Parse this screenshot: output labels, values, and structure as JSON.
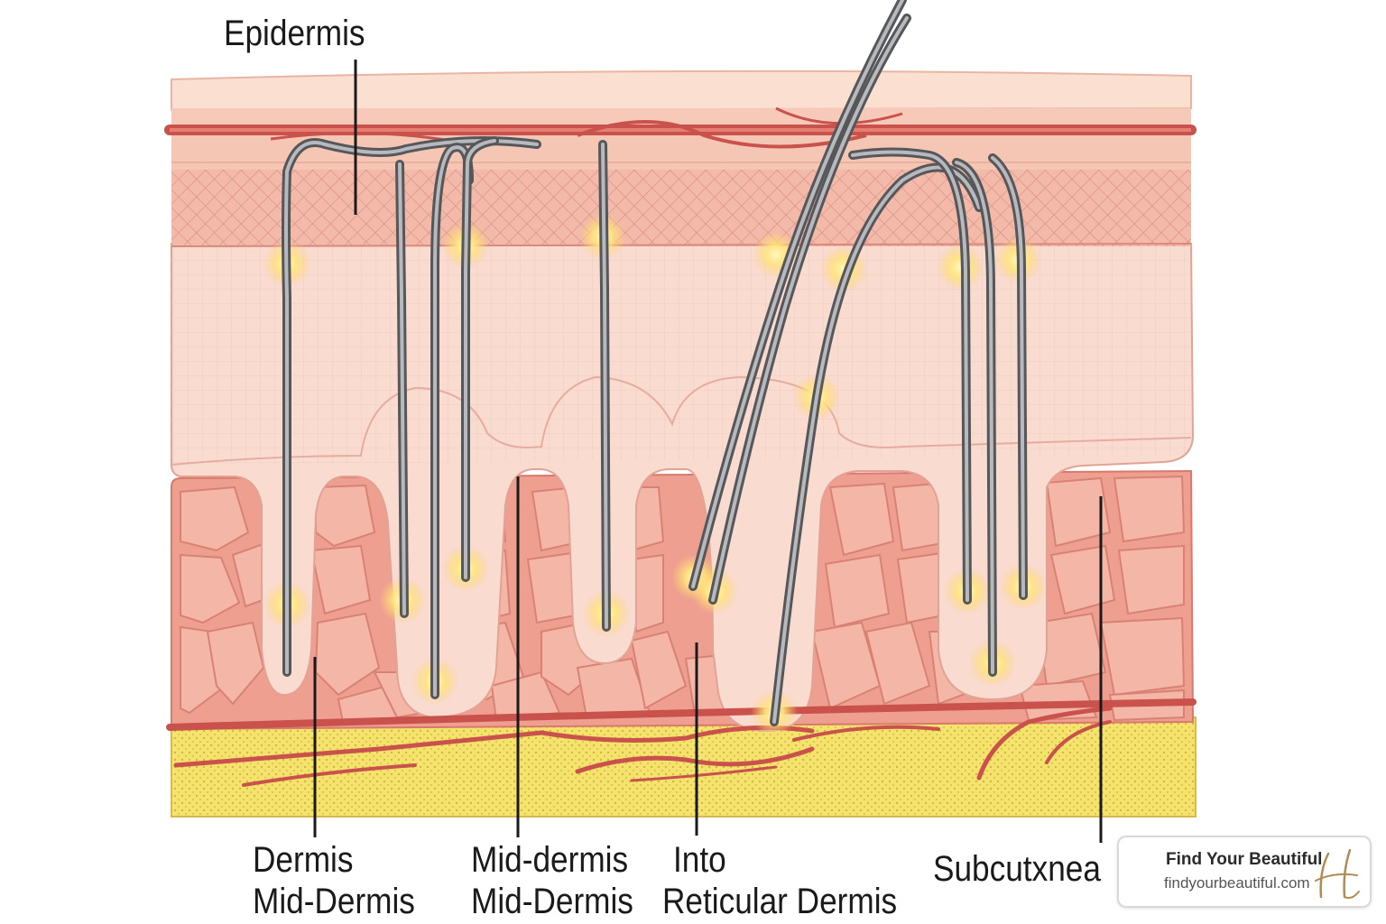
{
  "labels": {
    "epidermis": "Epidermis",
    "dermis_1": "Dermis",
    "dermis_2": "Mid-Dermis",
    "mid_1": "Mid-dermis",
    "mid_2": "Mid-Dermis",
    "into_1": "Into",
    "into_2": "Reticular Dermis",
    "subcut": "Subcutxnea"
  },
  "brand": {
    "name": "Find Your Beautiful",
    "url": "findyourbeautiful.com",
    "logo_letter": "H"
  },
  "colors": {
    "epidermis": "#f8d5c6",
    "papillary": "#f4c3b1",
    "dermis": "#f0a99a",
    "cells": "#f3b6a6",
    "fat": "#f2e46a",
    "vessel": "#c9524d",
    "needle": "#7a7c80",
    "glow": "#ffe680",
    "accent": "#b58a52"
  }
}
